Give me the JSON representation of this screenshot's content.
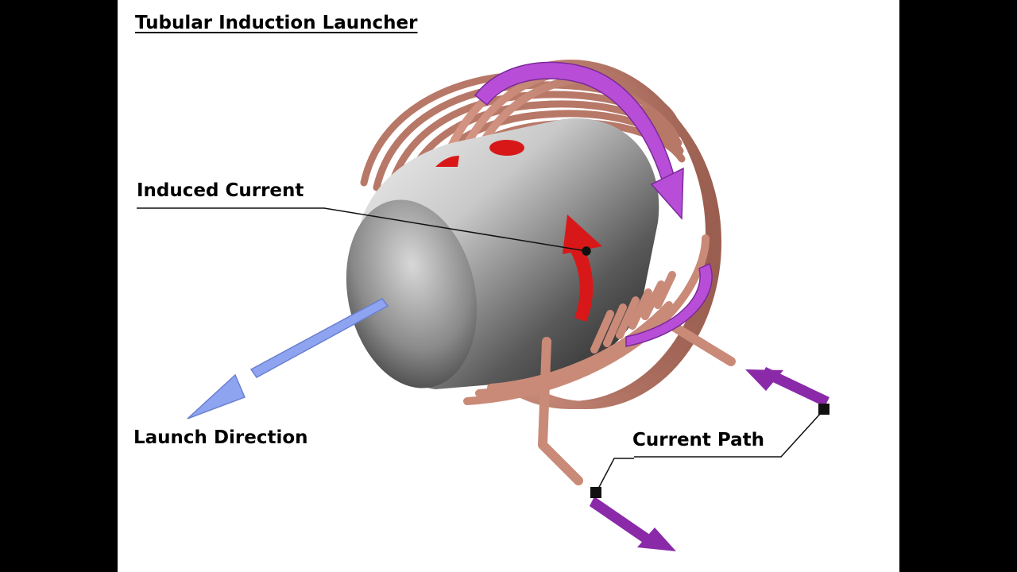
{
  "diagram": {
    "title": "Tubular Induction Launcher",
    "labels": {
      "induced_current": "Induced Current",
      "launch_direction": "Launch Direction",
      "current_path": "Current Path"
    },
    "colors": {
      "coil": "#c98a78",
      "coil_dark": "#8a4f43",
      "projectile": "#c4c4c4",
      "induced_arrow": "#d81818",
      "field_arrow": "#b84ed8",
      "launch_arrow": "#8fa4f0",
      "current_arrow": "#8a2aa8"
    },
    "icons": [
      "coil",
      "projectile-cylinder",
      "induced-current-arrow",
      "magnetic-field-arrow",
      "launch-direction-arrow",
      "current-path-arrow"
    ]
  }
}
